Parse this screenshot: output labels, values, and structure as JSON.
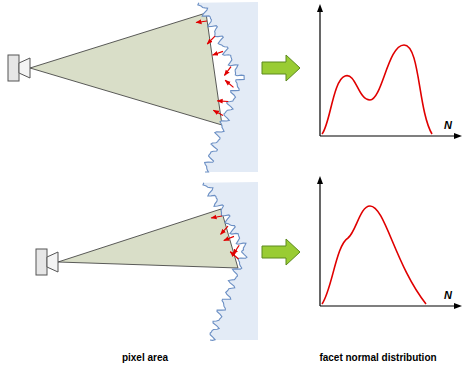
{
  "diagram": {
    "labels": [
      "N",
      "N",
      "pixel area",
      "facet normal distribution"
    ]
  }
}
